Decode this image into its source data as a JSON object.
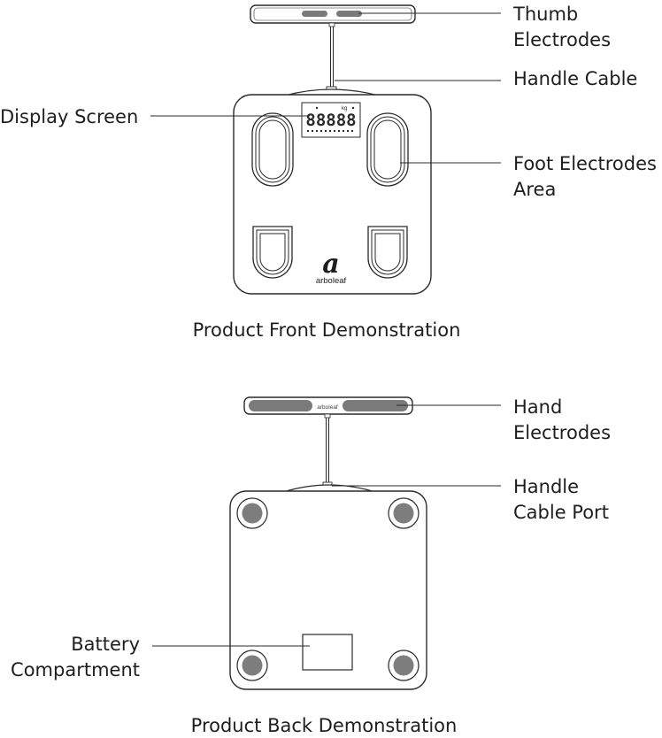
{
  "labels": {
    "thumb_electrodes": [
      "Thumb",
      "Electrodes"
    ],
    "handle_cable": "Handle Cable",
    "display_screen": "Display Screen",
    "foot_electrodes_area": [
      "Foot Electrodes",
      "Area"
    ],
    "hand_electrodes": [
      "Hand",
      "Electrodes"
    ],
    "handle_cable_port": [
      "Handle",
      "Cable Port"
    ],
    "battery_compartment": [
      "Battery",
      "Compartment"
    ]
  },
  "captions": {
    "front": "Product Front Demonstration",
    "back": "Product Back Demonstration"
  },
  "brand": {
    "logo_letter": "a",
    "name": "arboleaf"
  },
  "display": {
    "digits": "88888",
    "unit": "kg"
  },
  "colors": {
    "line": "#2a2a2a",
    "electrode_gray": "#7a7a7a",
    "foot_pad_gray": "#7d7d7d"
  }
}
